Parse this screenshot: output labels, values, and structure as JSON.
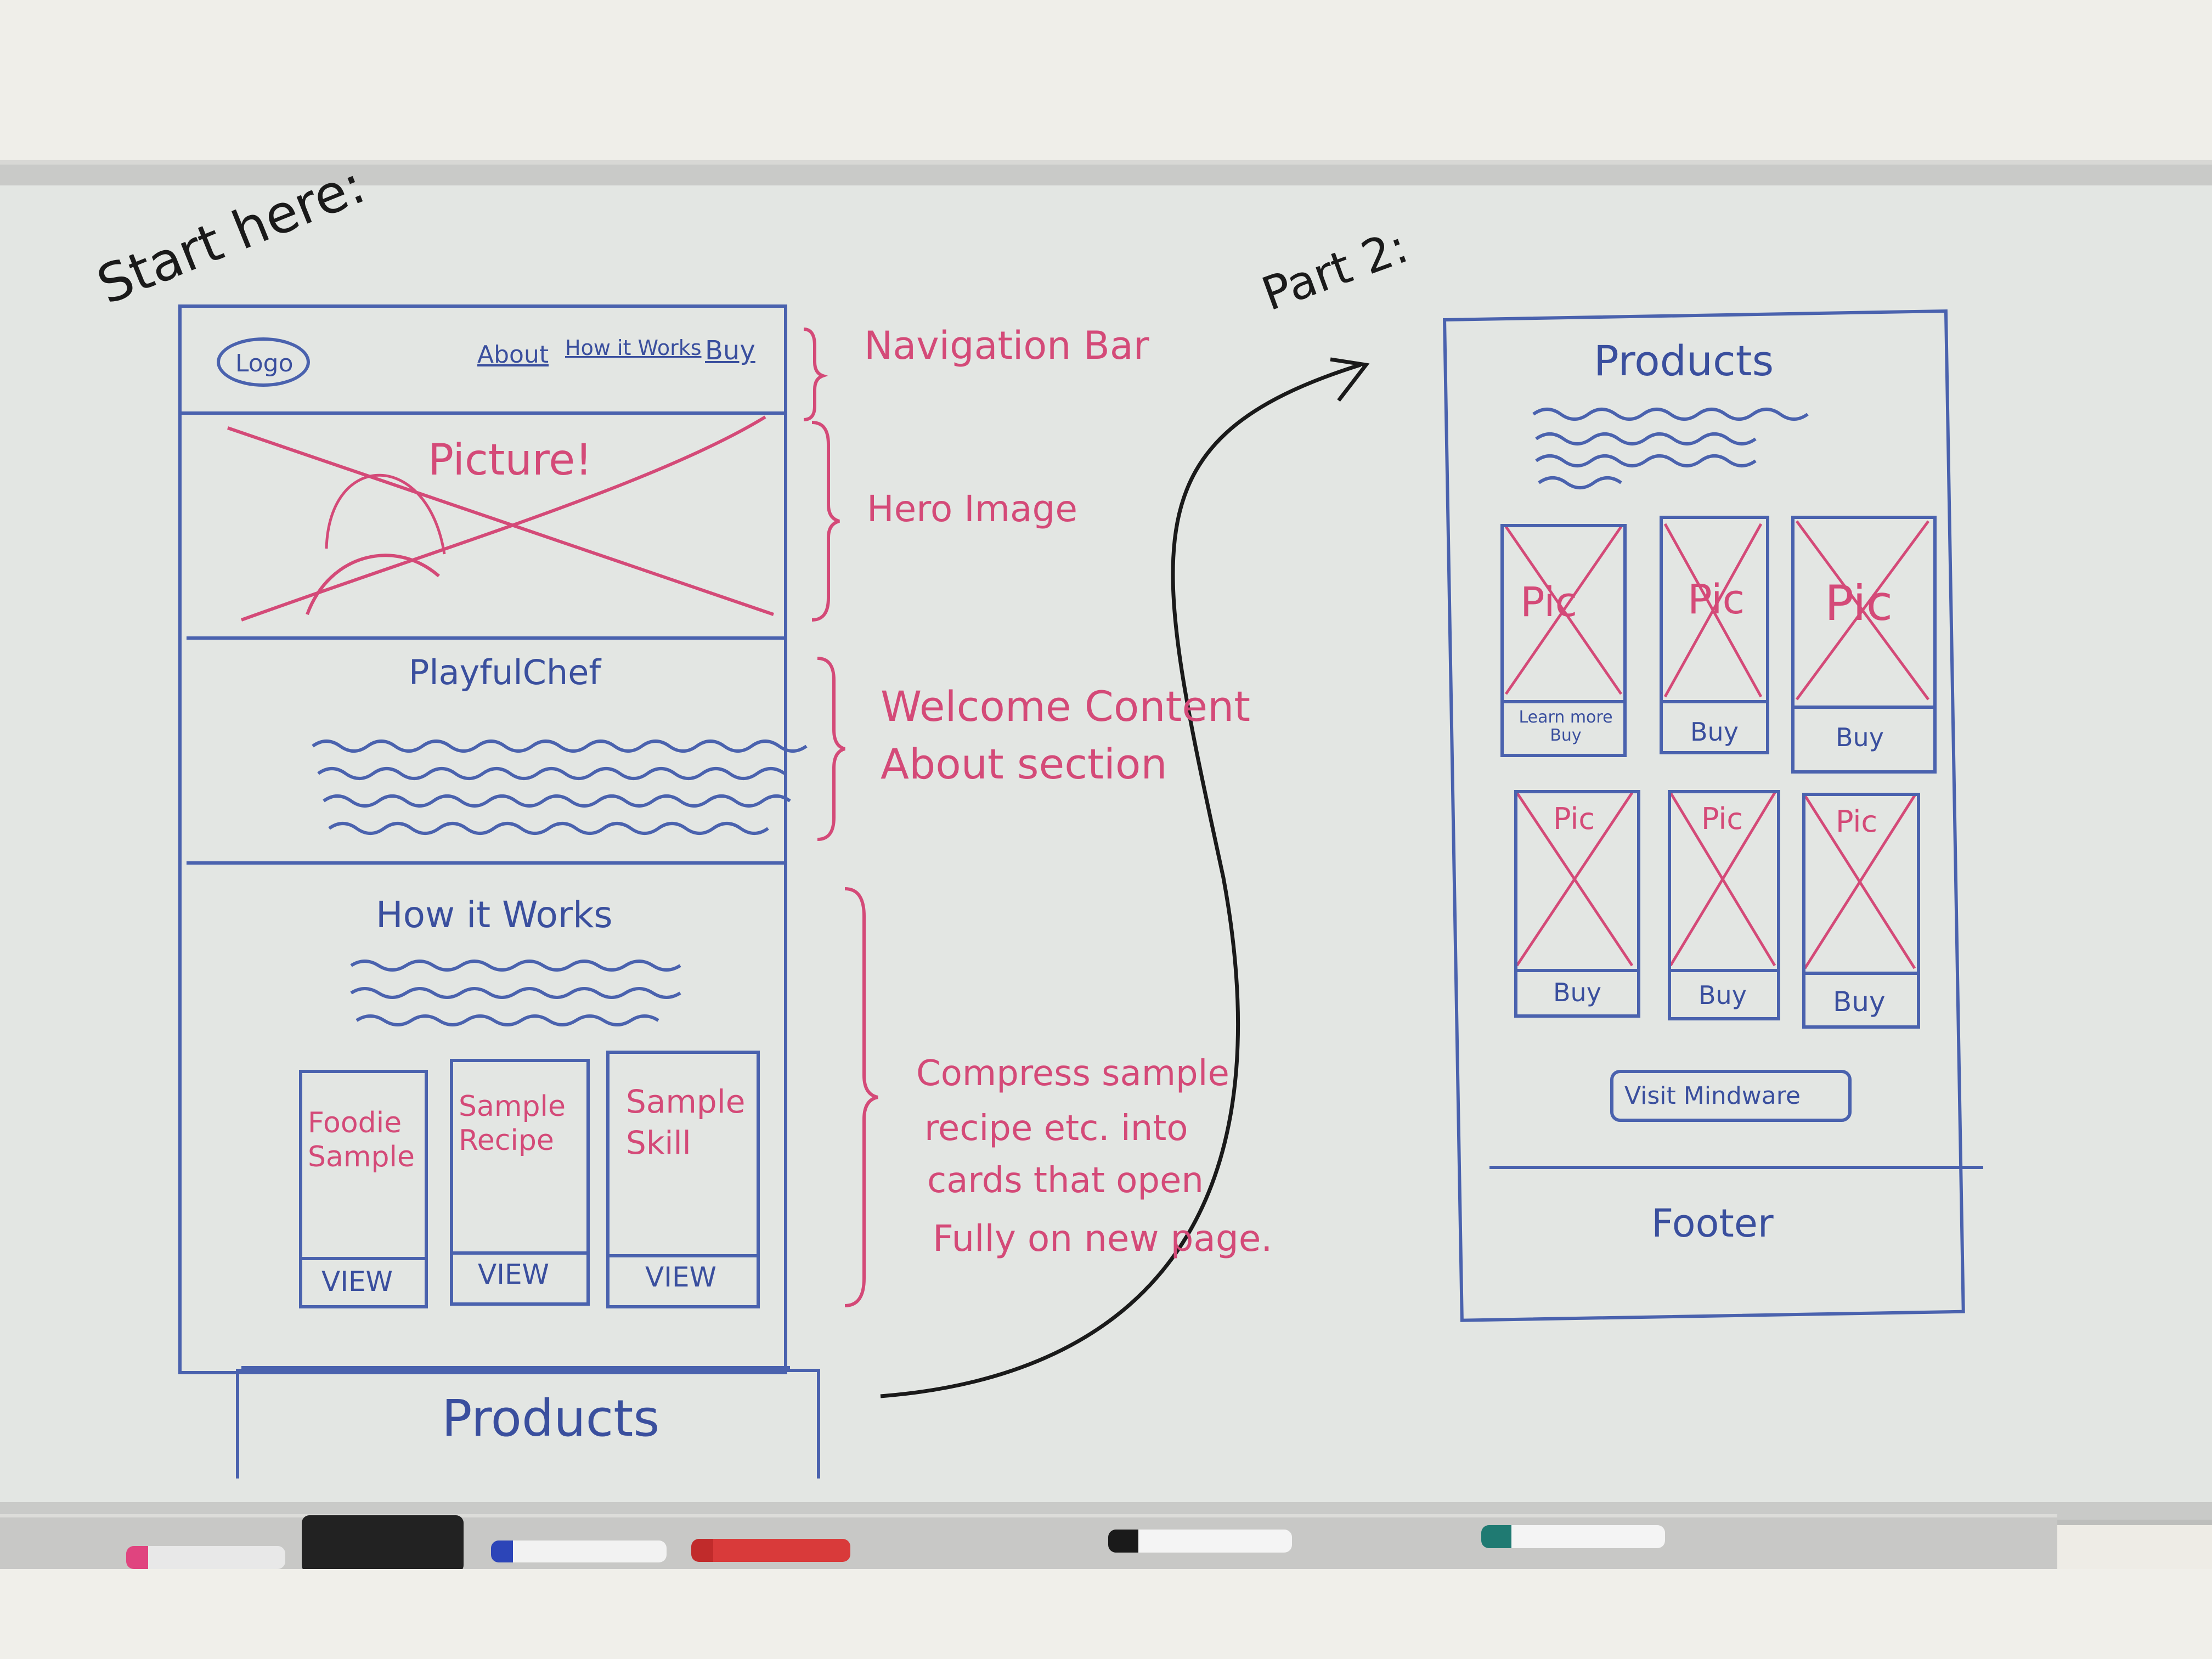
{
  "board": {
    "start_label": "Start here:",
    "part2_label": "Part 2:"
  },
  "wireframe_left": {
    "logo": "Logo",
    "nav": [
      "About",
      "How it Works",
      "Buy"
    ],
    "hero_text": "Picture!",
    "welcome_title": "PlayfulChef",
    "how_title": "How it Works",
    "cards": [
      {
        "title": "Foodie Sample",
        "button": "VIEW"
      },
      {
        "title": "Sample Recipe",
        "button": "VIEW"
      },
      {
        "title": "Sample Skill",
        "button": "VIEW"
      }
    ],
    "footer_section": "Products"
  },
  "annotations": {
    "nav": "Navigation Bar",
    "hero": "Hero Image",
    "welcome_line1": "Welcome Content",
    "welcome_line2": "About section",
    "cards_line1": "Compress sample",
    "cards_line2": "recipe etc. into",
    "cards_line3": "cards that open",
    "cards_line4": "Fully on new page."
  },
  "wireframe_right": {
    "title": "Products",
    "products_row1": [
      {
        "pic": "Pic",
        "button": "Learn more Buy"
      },
      {
        "pic": "Pic",
        "button": "Buy"
      },
      {
        "pic": "Pic",
        "button": "Buy"
      }
    ],
    "products_row2": [
      {
        "pic": "Pic",
        "button": "Buy"
      },
      {
        "pic": "Pic",
        "button": "Buy"
      },
      {
        "pic": "Pic",
        "button": "Buy"
      }
    ],
    "visit_button": "Visit Mindware",
    "footer": "Footer"
  },
  "colors": {
    "blue_marker": "#4a62ae",
    "red_marker": "#d44a78",
    "black_marker": "#1a1a1a",
    "board": "#e3e6e3"
  }
}
